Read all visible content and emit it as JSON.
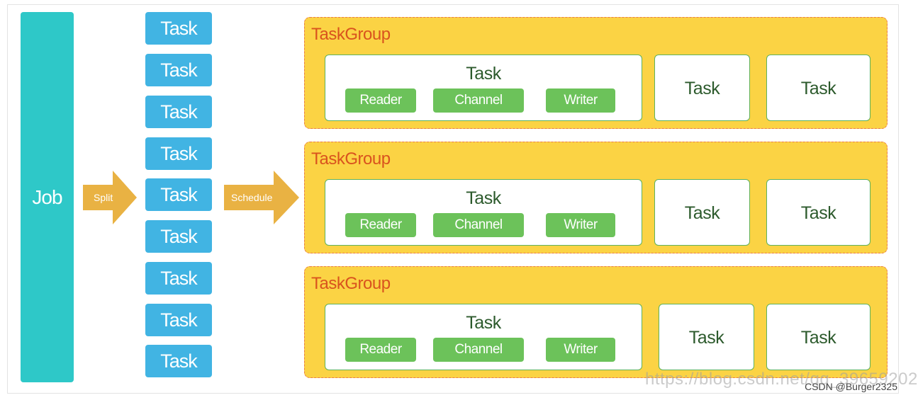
{
  "job": {
    "label": "Job"
  },
  "split_arrow": {
    "label": "Split"
  },
  "schedule_arrow": {
    "label": "Schedule"
  },
  "tasks": [
    "Task",
    "Task",
    "Task",
    "Task",
    "Task",
    "Task",
    "Task",
    "Task",
    "Task"
  ],
  "groups": [
    {
      "title": "TaskGroup",
      "main_task": {
        "label": "Task",
        "reader": "Reader",
        "channel": "Channel",
        "writer": "Writer"
      },
      "task_a": "Task",
      "task_b": "Task"
    },
    {
      "title": "TaskGroup",
      "main_task": {
        "label": "Task",
        "reader": "Reader",
        "channel": "Channel",
        "writer": "Writer"
      },
      "task_a": "Task",
      "task_b": "Task"
    },
    {
      "title": "TaskGroup",
      "main_task": {
        "label": "Task",
        "reader": "Reader",
        "channel": "Channel",
        "writer": "Writer"
      },
      "task_a": "Task",
      "task_b": "Task"
    }
  ],
  "watermark": "https://blog.csdn.net/qq_39659202",
  "credit": "CSDN @Burger2325",
  "colors": {
    "job": "#2ec8c8",
    "task": "#41b4e3",
    "arrow": "#e9b243",
    "group_fill": "#fbd344",
    "group_border": "#ea7b4a",
    "group_title": "#d9531e",
    "pill": "#6cc25a"
  }
}
